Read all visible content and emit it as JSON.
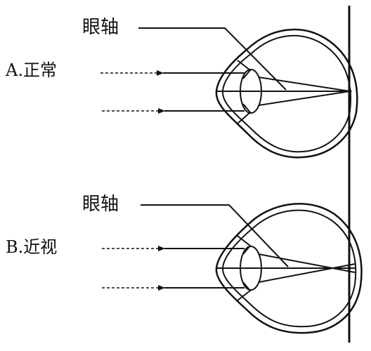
{
  "panels": [
    {
      "case_label": "A.正常",
      "axis_label": "眼轴"
    },
    {
      "case_label": "B.近视",
      "axis_label": "眼轴"
    }
  ],
  "colors": {
    "stroke": "#111111",
    "background": "#ffffff"
  }
}
